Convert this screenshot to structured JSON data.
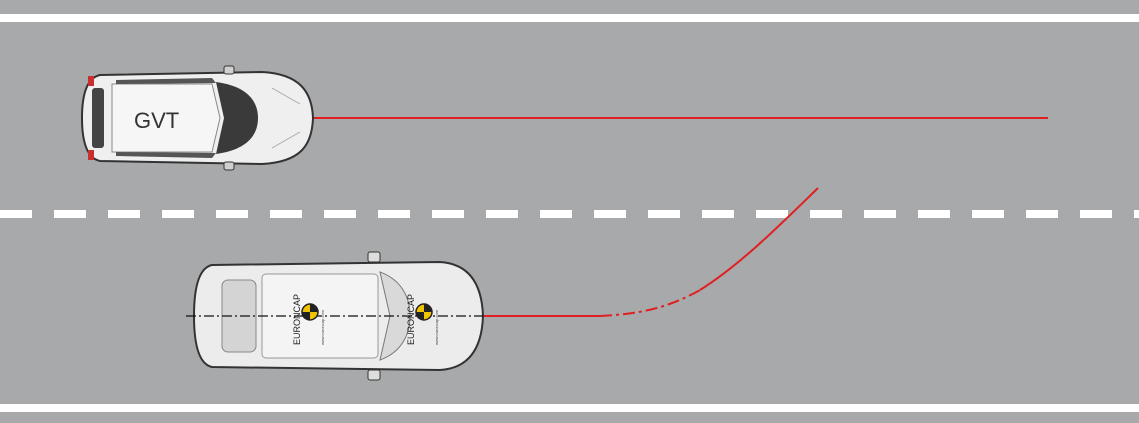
{
  "colors": {
    "road": "#a8a9ab",
    "lane_marking": "#ffffff",
    "trajectory": "#e02020",
    "car_body": "#efefef",
    "car_outline": "#333333",
    "logo_yellow": "#f2c400"
  },
  "gvt_car": {
    "label": "GVT"
  },
  "test_car": {
    "logo_text": "EURONCAP",
    "logo_url": "www.euroncap.com"
  }
}
